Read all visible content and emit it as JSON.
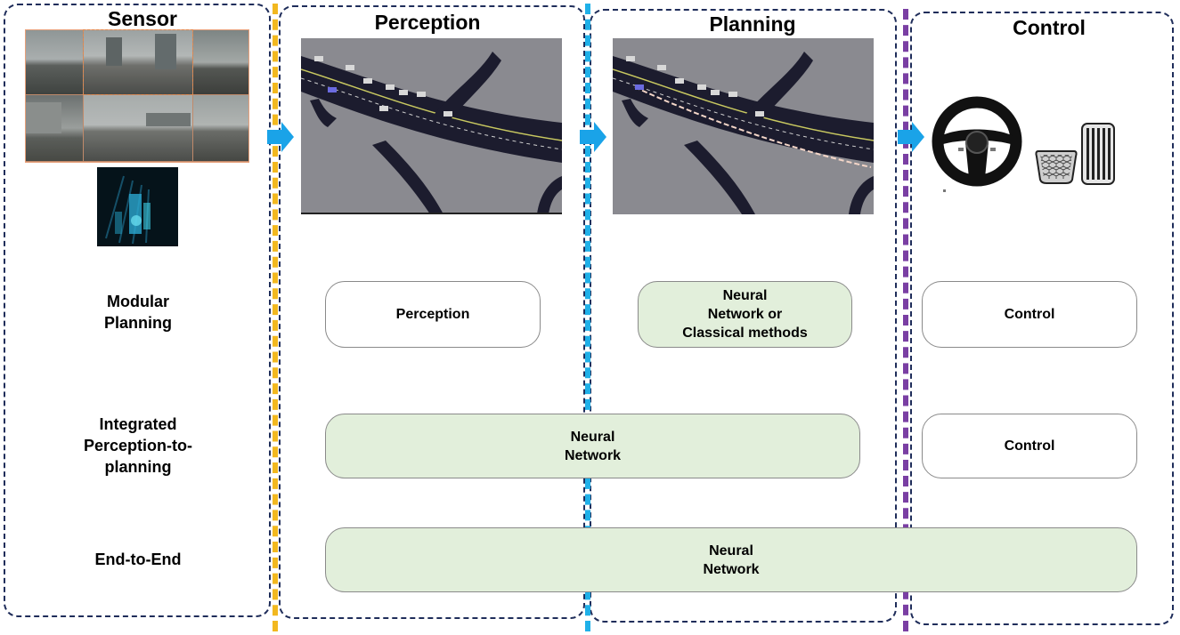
{
  "panels": {
    "sensor": {
      "title": "Sensor"
    },
    "perception": {
      "title": "Perception"
    },
    "planning": {
      "title": "Planning"
    },
    "control": {
      "title": "Control"
    }
  },
  "rows": {
    "modular": {
      "label": "Modular\nPlanning",
      "perception": "Perception",
      "planning": "Neural\nNetwork or\nClassical methods",
      "control": "Control"
    },
    "integrated": {
      "label": "Integrated\nPerception-to-\nplanning",
      "neural": "Neural\nNetwork",
      "control": "Control"
    },
    "end_to_end": {
      "label": "End-to-End",
      "neural": "Neural\nNetwork"
    }
  },
  "colors": {
    "panel_border": "#1f2d5a",
    "sep_yellow": "#f2b81f",
    "sep_cyan": "#1fb0e8",
    "sep_purple": "#7a3fa3",
    "arrow": "#1aa3e8",
    "box_green": "#e2efdb"
  },
  "icons": [
    "camera-images",
    "lidar-image",
    "perception-map",
    "planning-map",
    "steering-wheel-icon",
    "brake-pedal-icon",
    "gas-pedal-icon"
  ]
}
